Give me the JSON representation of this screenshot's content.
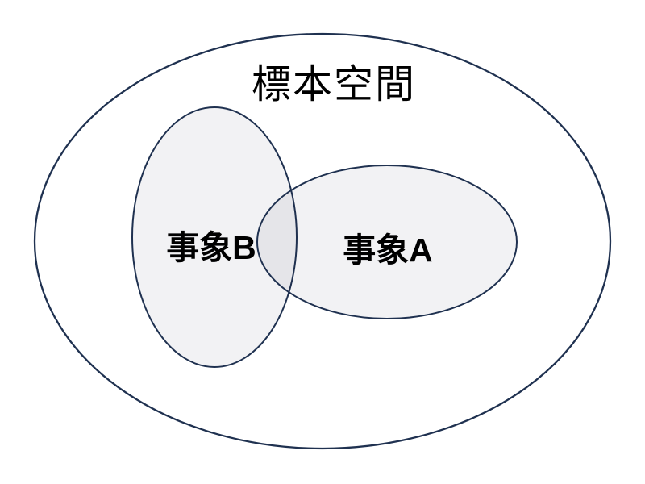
{
  "diagram": {
    "type": "venn-euler",
    "title": "標本空間",
    "sets": [
      {
        "id": "B",
        "label": "事象B"
      },
      {
        "id": "A",
        "label": "事象A"
      }
    ],
    "relationship": "A and B overlap inside the sample space",
    "colors": {
      "background": "#ffffff",
      "stroke": "#1f3150",
      "set-fill": "rgba(32,40,60,0.06)",
      "text": "#000000"
    }
  }
}
